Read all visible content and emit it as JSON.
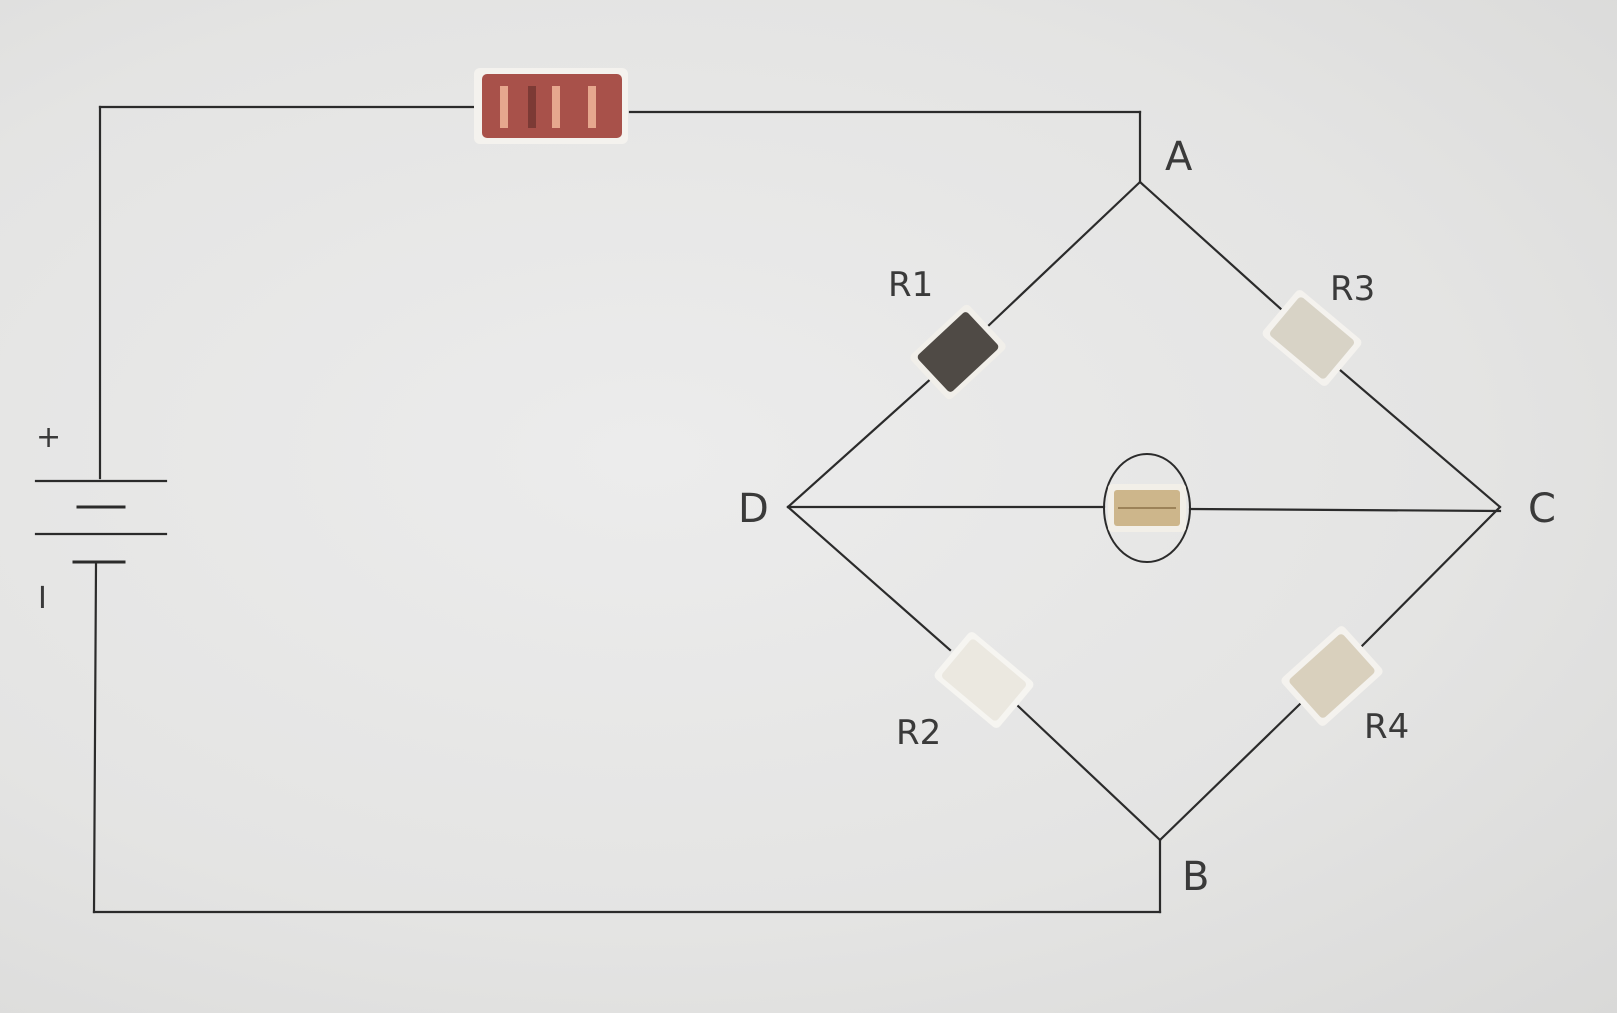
{
  "nodes": {
    "a": "A",
    "b": "B",
    "c": "C",
    "d": "D"
  },
  "resistors": {
    "r1": "R1",
    "r2": "R2",
    "r3": "R3",
    "r4": "R4"
  },
  "battery": {
    "positive": "+",
    "negative": "I"
  },
  "colors": {
    "wire": "#2b2b2b",
    "paper": "#e6e6e5",
    "series_resistor": "#a8514a",
    "r1_patch": "#4f4a45",
    "r2_patch": "#ebe8e0",
    "r3_patch": "#d8d3c6",
    "r4_patch": "#d9d0bd",
    "galvanometer_element": "#cdb68b"
  }
}
